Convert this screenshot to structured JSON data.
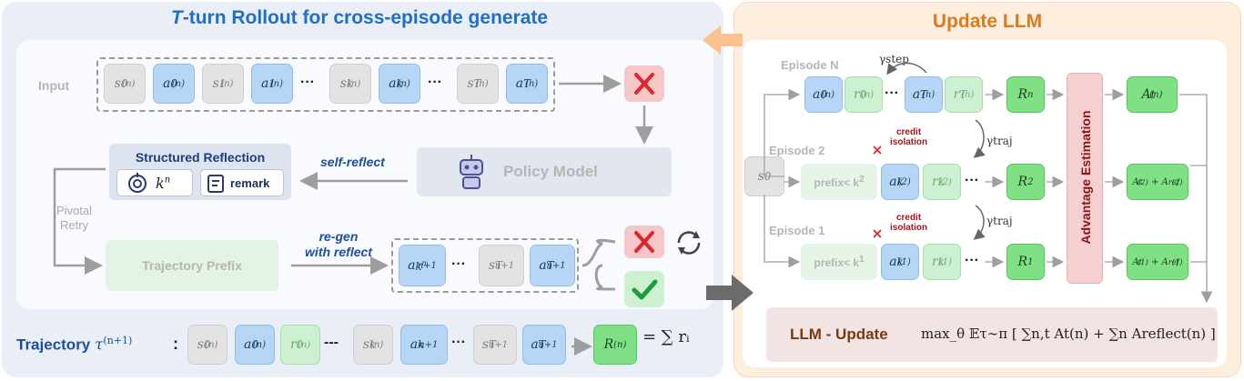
{
  "left_panel": {
    "title": "T-turn Rollout for cross-episode generate",
    "input_label": "Input",
    "reflection_title": "Structured Reflection",
    "reflection_k": "k",
    "reflection_k_sup": "n",
    "reflection_remark": "remark",
    "self_reflect": "self-reflect",
    "policy_model": "Policy Model",
    "pivotal_retry": "Pivotal\nRetry",
    "trajectory_prefix": "Trajectory Prefix",
    "regen_line1": "re-gen",
    "regen_line2": "with reflect",
    "trajectory_label": "Trajectory",
    "trajectory_symbol": "τ",
    "trajectory_sup": "(n+1)",
    "colon": ":",
    "reward_sum": "= ∑ rᵢ",
    "reward_sum_index": "i"
  },
  "right_panel": {
    "title": "Update LLM",
    "episode_n": "Episode N",
    "episode_2": "Episode 2",
    "episode_1": "Episode 1",
    "gamma_step": "γstep",
    "gamma_traj": "γtraj",
    "credit_isolation": "credit\nisolation",
    "s0": "s",
    "s0_sub": "0",
    "prefix2": "prefix< k",
    "prefix2_sup": "2",
    "prefix1": "prefix< k",
    "prefix1_sup": "1",
    "advantage_estimation": "Advantage Estimation",
    "llm_update_label": "LLM - Update",
    "llm_update_formula": "max_θ 𝔼τ∼π [ ∑n,t At(n) + ∑n Areflect(n) ]"
  },
  "colors": {
    "blue_title": "#1f6fc6",
    "orange_title": "#d97b1f",
    "red_cross": "#e0262b",
    "green_check": "#1f9a3c",
    "advantage_box": "#f6cfd2"
  },
  "icons": [
    "cross-icon",
    "check-icon",
    "retry-icon",
    "robot-icon",
    "target-icon",
    "remark-icon",
    "update-arrow-icon"
  ]
}
